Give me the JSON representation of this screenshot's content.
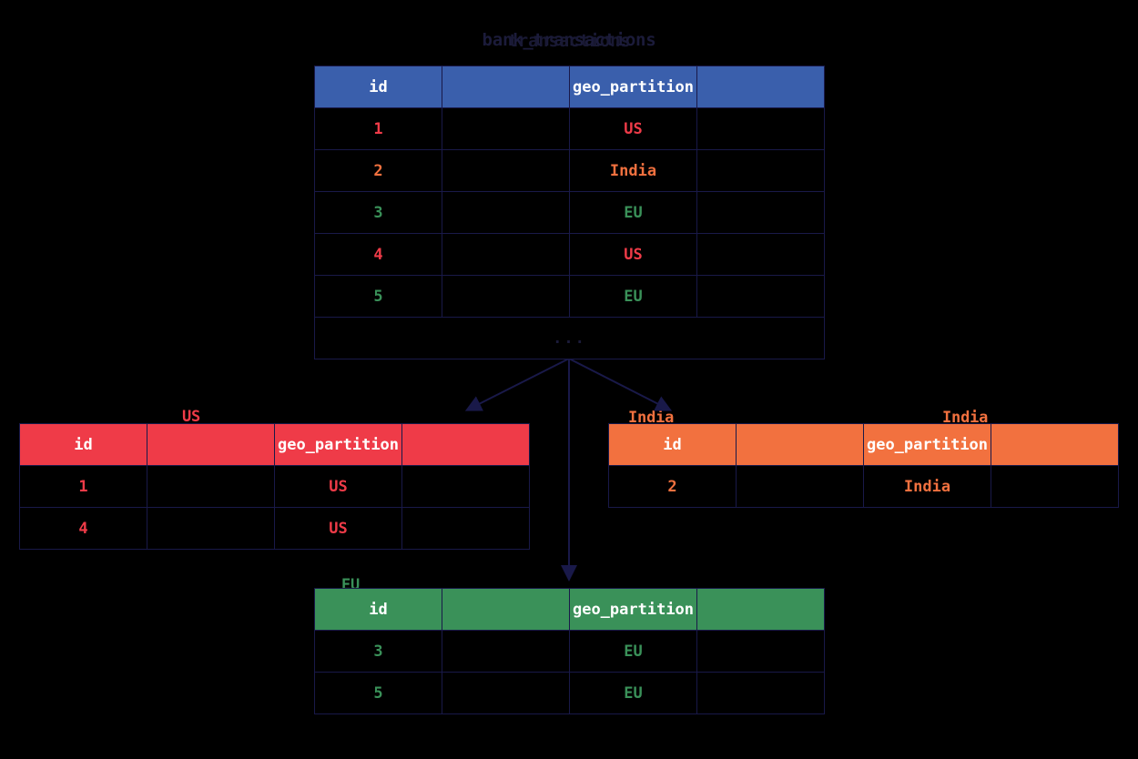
{
  "diagram": {
    "root_title": "bank_transactions",
    "root_title_overlay": "transactions",
    "ellipsis": "...",
    "columns": [
      "id",
      "",
      "geo_partition",
      ""
    ],
    "root_table": {
      "name": "bank_transactions",
      "header_color": "#3a5fac",
      "rows": [
        {
          "id": "1",
          "blank1": "",
          "geo_partition": "US",
          "blank2": "",
          "color": "#ef3b48"
        },
        {
          "id": "2",
          "blank1": "",
          "geo_partition": "India",
          "blank2": "",
          "color": "#f2713f"
        },
        {
          "id": "3",
          "blank1": "",
          "geo_partition": "EU",
          "blank2": "",
          "color": "#3a9159"
        },
        {
          "id": "4",
          "blank1": "",
          "geo_partition": "US",
          "blank2": "",
          "color": "#ef3b48"
        },
        {
          "id": "5",
          "blank1": "",
          "geo_partition": "EU",
          "blank2": "",
          "color": "#3a9159"
        }
      ]
    },
    "partitions": [
      {
        "key": "us",
        "title": "US",
        "header_color": "#ef3b48",
        "rows": [
          {
            "id": "1",
            "blank1": "",
            "geo_partition": "US",
            "blank2": ""
          },
          {
            "id": "4",
            "blank1": "",
            "geo_partition": "US",
            "blank2": ""
          }
        ]
      },
      {
        "key": "india",
        "title": "India",
        "header_color": "#f2713f",
        "rows": [
          {
            "id": "2",
            "blank1": "",
            "geo_partition": "India",
            "blank2": ""
          }
        ]
      },
      {
        "key": "eu",
        "title": "EU",
        "header_color": "#3a9159",
        "rows": [
          {
            "id": "3",
            "blank1": "",
            "geo_partition": "EU",
            "blank2": ""
          },
          {
            "id": "5",
            "blank1": "",
            "geo_partition": "EU",
            "blank2": ""
          }
        ]
      }
    ],
    "arrow_color": "#191949",
    "border_color": "#191949",
    "background": "#000000"
  }
}
